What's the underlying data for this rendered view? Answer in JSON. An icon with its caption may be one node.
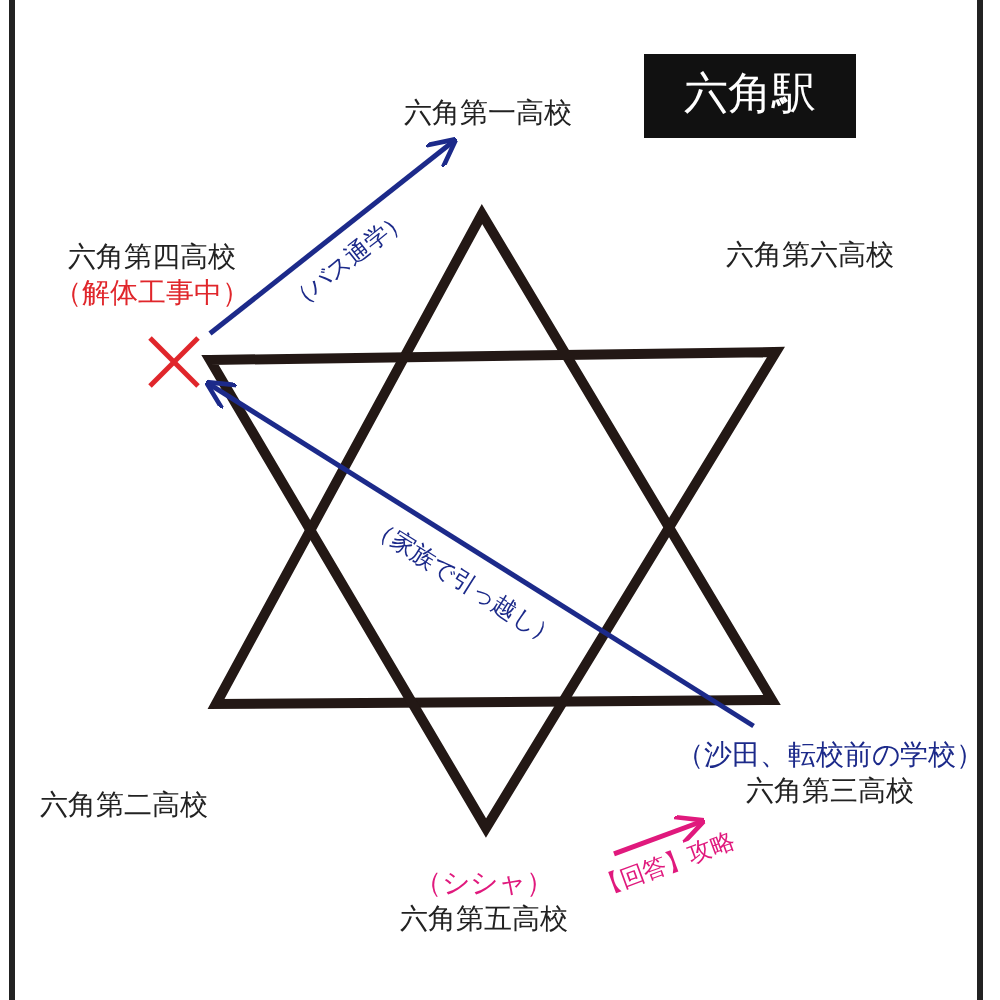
{
  "diagram": {
    "nodes": [
      {
        "text": [
          "六角駅"
        ]
      },
      {
        "text": [
          "六角第一高校"
        ]
      },
      {
        "text": [
          "六角第四高校",
          "（解体工事中）"
        ]
      },
      {
        "text": [
          "六角第六高校"
        ]
      },
      {
        "text": [],
        "shape": "cross"
      },
      {
        "text": [
          "六角第二高校"
        ]
      },
      {
        "text": [
          "（沙田、転校前の学校）",
          "六角第三高校"
        ]
      },
      {
        "text": [
          "（シシャ）",
          "六角第五高校"
        ]
      }
    ],
    "edges": [
      {
        "from": 4,
        "to": 1,
        "arrow": "to",
        "label": "（バス通学）"
      },
      {
        "from": 6,
        "to": 4,
        "arrow": "to",
        "label": "（家族で引っ越し）"
      },
      {
        "from": 7,
        "to": 6,
        "arrow": "to",
        "label": "【回答】攻略",
        "color": "#e0197d"
      }
    ]
  }
}
